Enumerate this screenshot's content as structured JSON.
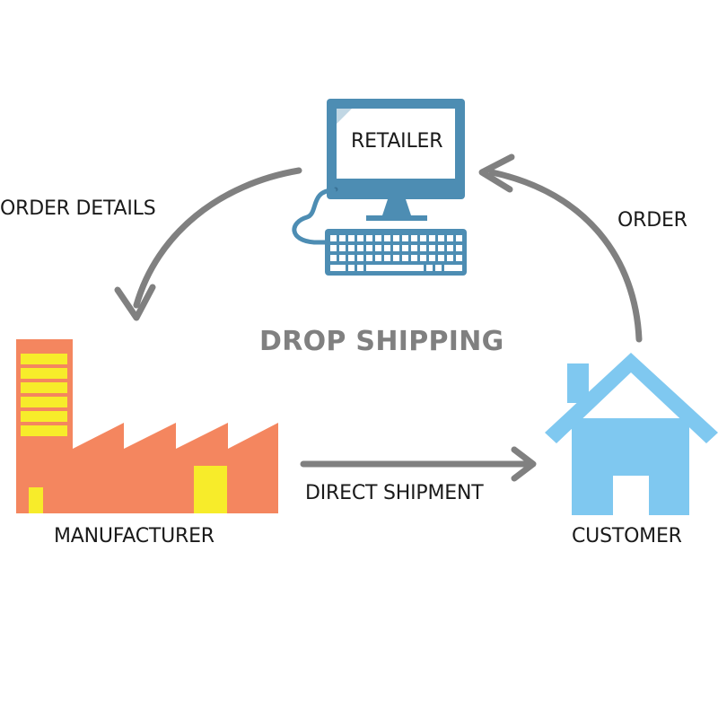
{
  "diagram": {
    "center_title": "DROP SHIPPING",
    "nodes": {
      "retailer": {
        "label": "RETAILER",
        "icon": "computer-icon",
        "color": "#4d8db3"
      },
      "manufacturer": {
        "label": "MANUFACTURER",
        "icon": "factory-icon",
        "color": "#f4865f"
      },
      "customer": {
        "label": "CUSTOMER",
        "icon": "house-icon",
        "color": "#7fc8f0"
      }
    },
    "edges": {
      "order": {
        "label": "ORDER",
        "from": "customer",
        "to": "retailer"
      },
      "order_details": {
        "label": "ORDER DETAILS",
        "from": "retailer",
        "to": "manufacturer"
      },
      "direct_shipment": {
        "label": "DIRECT SHIPMENT",
        "from": "manufacturer",
        "to": "customer"
      }
    },
    "colors": {
      "arrow": "#808080",
      "accent_yellow": "#f7ec2a",
      "screen_white": "#ffffff"
    }
  }
}
